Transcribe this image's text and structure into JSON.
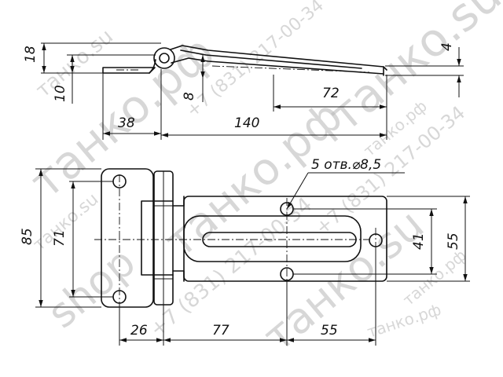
{
  "dimensions": {
    "side_height_total": "18",
    "side_plate_offset": "10",
    "side_leaf_height": "8",
    "side_tip_thickness": "4",
    "side_slot_length": "72",
    "side_left_leaf": "38",
    "side_right_leaf": "140",
    "holes_note": "5 отв.⌀8,5",
    "front_height": "85",
    "front_hole_spacing": "71",
    "front_leaf_height": "55",
    "front_slot_spacing": "41",
    "bottom_knuckle": "26",
    "bottom_to_hole": "77",
    "bottom_hole_span": "55"
  },
  "watermarks": {
    "site_su": "танко.su",
    "site_rf": "танко.рф",
    "phone": "+7 (831) 217-00-34",
    "shop": "shop"
  }
}
